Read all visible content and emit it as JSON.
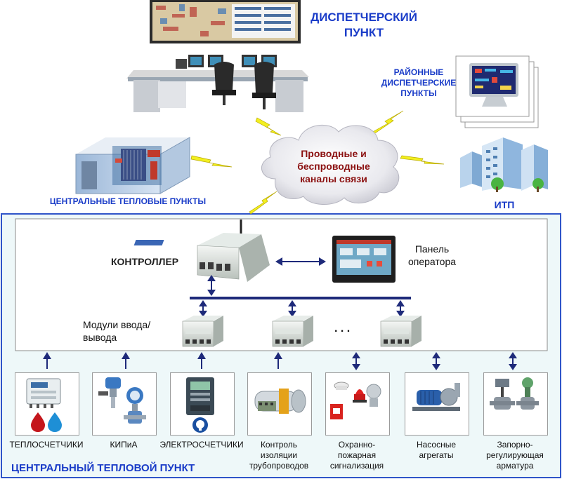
{
  "dispatch": {
    "title_line1": "ДИСПЕТЧЕРСКИЙ",
    "title_line2": "ПУНКТ"
  },
  "district": {
    "line1": "РАЙОННЫЕ",
    "line2": "ДИСПЕТЧЕРСКИЕ",
    "line3": "ПУНКТЫ"
  },
  "cloud": {
    "line1": "Проводные и",
    "line2": "беспроводные",
    "line3": "каналы связи"
  },
  "ctp_top": {
    "label": "ЦЕНТРАЛЬНЫЕ ТЕПЛОВЫЕ ПУНКТЫ"
  },
  "itp": {
    "label": "ИТП"
  },
  "station": {
    "title": "ЦЕНТРАЛЬНЫЙ ТЕПЛОВОЙ ПУНКТ",
    "controller_label": "КОНТРОЛЛЕР",
    "panel_line1": "Панель",
    "panel_line2": "оператора",
    "modules_line1": "Модули ввода/",
    "modules_line2": "вывода",
    "ellipsis": ". . ."
  },
  "devices": [
    {
      "line1": "ТЕПЛОСЧЕТЧИКИ",
      "line2": "",
      "line3": ""
    },
    {
      "line1": "КИПиА",
      "line2": "",
      "line3": ""
    },
    {
      "line1": "ЭЛЕКТРОСЧЕТЧИКИ",
      "line2": "",
      "line3": ""
    },
    {
      "line1": "Контроль",
      "line2": "изоляции",
      "line3": "трубопроводов"
    },
    {
      "line1": "Охранно-",
      "line2": "пожарная",
      "line3": "сигнализация"
    },
    {
      "line1": "Насосные",
      "line2": "агрегаты",
      "line3": ""
    },
    {
      "line1": "Запорно-",
      "line2": "регулирующая",
      "line3": "арматура"
    }
  ],
  "colors": {
    "title_blue": "#1a3cc8",
    "frame_blue": "#2f54c9",
    "arrow_navy": "#1e2a7a",
    "cloud_text": "#8b1010",
    "bolt": "#f2ef1f"
  }
}
